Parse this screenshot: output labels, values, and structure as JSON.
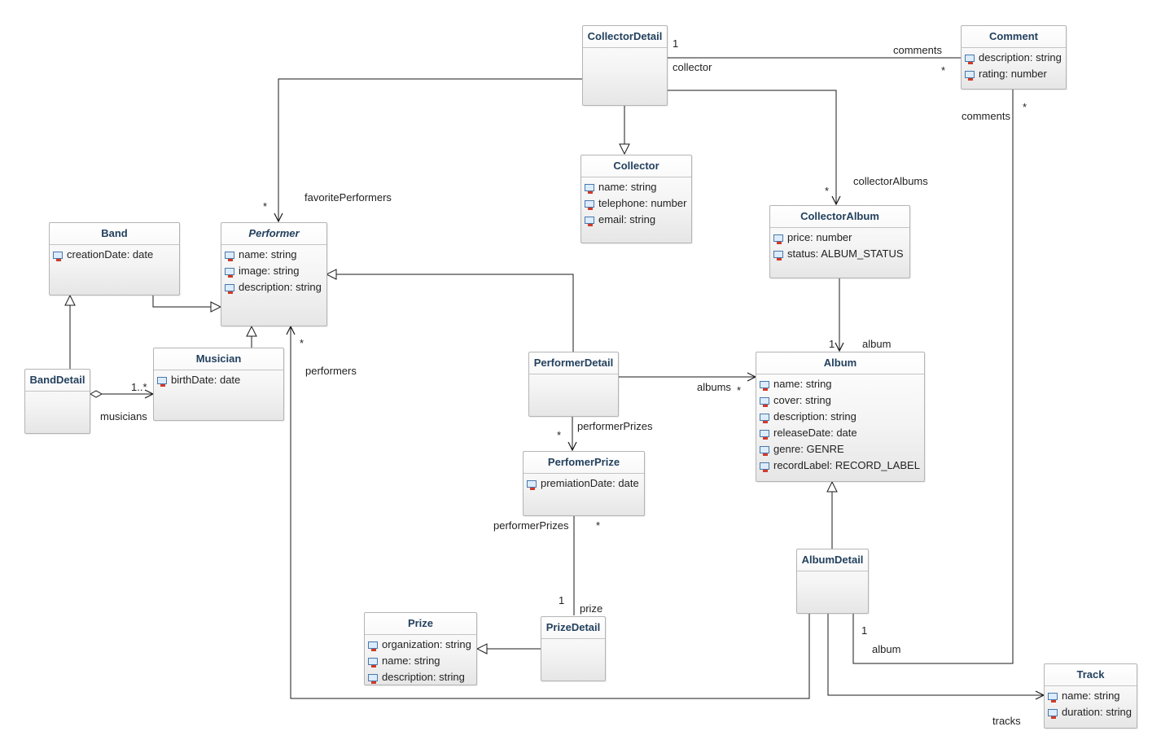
{
  "classes": {
    "collector_detail": {
      "name": "CollectorDetail",
      "attributes": []
    },
    "comment": {
      "name": "Comment",
      "attributes": [
        "description: string",
        "rating: number"
      ]
    },
    "collector": {
      "name": "Collector",
      "attributes": [
        "name: string",
        "telephone: number",
        "email: string"
      ]
    },
    "collector_album": {
      "name": "CollectorAlbum",
      "attributes": [
        "price: number",
        "status: ALBUM_STATUS"
      ]
    },
    "band": {
      "name": "Band",
      "attributes": [
        "creationDate: date"
      ]
    },
    "performer": {
      "name": "Performer",
      "abstract": true,
      "attributes": [
        "name: string",
        "image: string",
        "description: string"
      ]
    },
    "musician": {
      "name": "Musician",
      "attributes": [
        "birthDate: date"
      ]
    },
    "band_detail": {
      "name": "BandDetail",
      "attributes": []
    },
    "performer_detail": {
      "name": "PerformerDetail",
      "attributes": []
    },
    "album": {
      "name": "Album",
      "attributes": [
        "name: string",
        "cover: string",
        "description: string",
        "releaseDate: date",
        "genre: GENRE",
        "recordLabel: RECORD_LABEL"
      ]
    },
    "perfomer_prize": {
      "name": "PerfomerPrize",
      "attributes": [
        "premiationDate: date"
      ]
    },
    "album_detail": {
      "name": "AlbumDetail",
      "attributes": []
    },
    "prize": {
      "name": "Prize",
      "attributes": [
        "organization: string",
        "name: string",
        "description: string"
      ]
    },
    "prize_detail": {
      "name": "PrizeDetail",
      "attributes": []
    },
    "track": {
      "name": "Track",
      "attributes": [
        "name: string",
        "duration: string"
      ]
    }
  },
  "labels": {
    "cd_comment_mult_1": "1",
    "cd_collector_role": "collector",
    "comments_role_top": "comments",
    "comments_mult_top": "*",
    "comments_role_right": "comments",
    "comments_mult_right": "*",
    "favorite_mult": "*",
    "favorite_role": "favoritePerformers",
    "collector_albums_mult": "*",
    "collector_albums_role": "collectorAlbums",
    "album_mult_1": "1",
    "album_role": "album",
    "performers_mult": "*",
    "performers_role": "performers",
    "musicians_mult": "1..*",
    "musicians_role": "musicians",
    "albums_role": "albums",
    "albums_mult": "*",
    "pp_mult_top": "*",
    "pp_role_top": "performerPrizes",
    "pp_role_bottom": "performerPrizes",
    "pp_mult_bottom": "*",
    "prize_mult": "1",
    "prize_role": "prize",
    "ad_album_mult": "1",
    "ad_album_role": "album",
    "tracks_role": "tracks"
  },
  "colors": {
    "line": "#1a1a1a",
    "class_title": "#23415e",
    "class_border": "#b4b4b4"
  }
}
